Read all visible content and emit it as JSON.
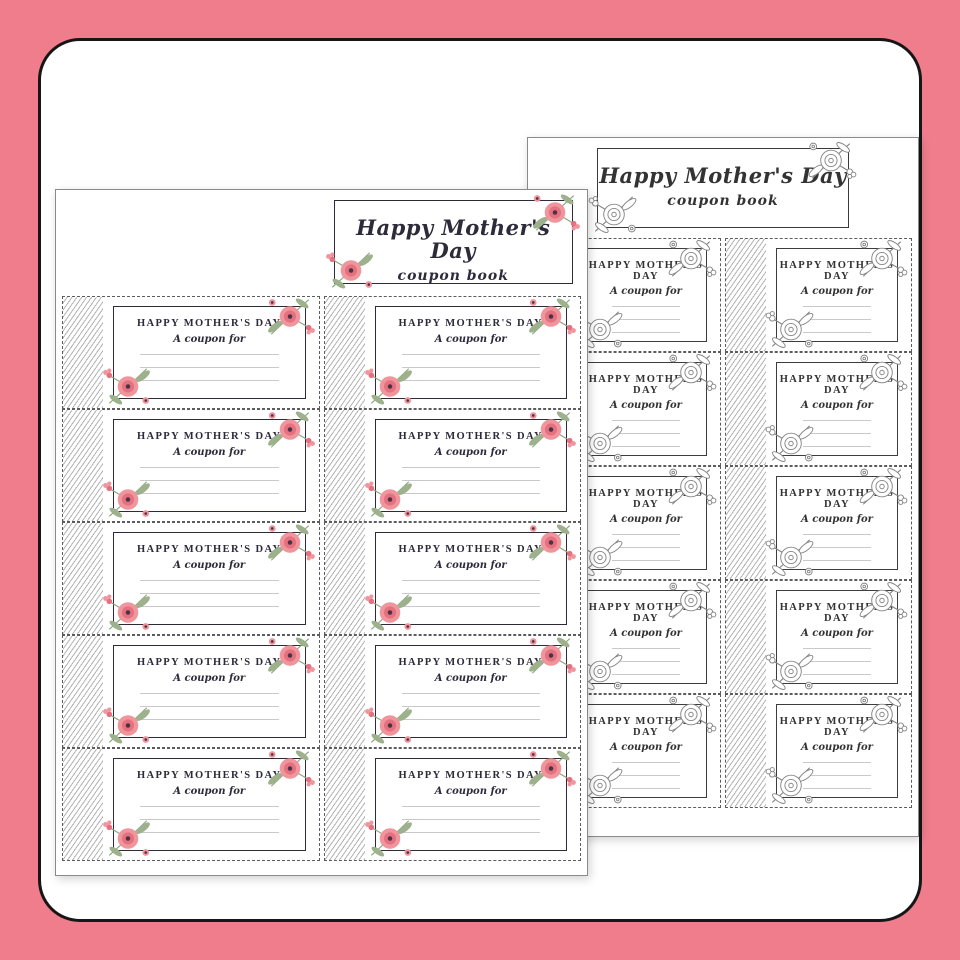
{
  "palette": {
    "background": "#f07d8c",
    "ink": "#2d2a3a",
    "petal_light": "#f0959c",
    "petal_deep": "#e4717f",
    "flower_center": "#4a3344",
    "leaf_green": "#9cb18c"
  },
  "title": {
    "line1": "Happy Mother's Day",
    "line2": "coupon book"
  },
  "coupon": {
    "heading": "HAPPY MOTHER'S DAY",
    "subheading": "A coupon for",
    "line_count": 3
  },
  "pages": {
    "color": {
      "label": "color coupon page",
      "coupon_count": 10
    },
    "bw": {
      "label": "black and white coupon page",
      "coupon_count": 10
    }
  }
}
